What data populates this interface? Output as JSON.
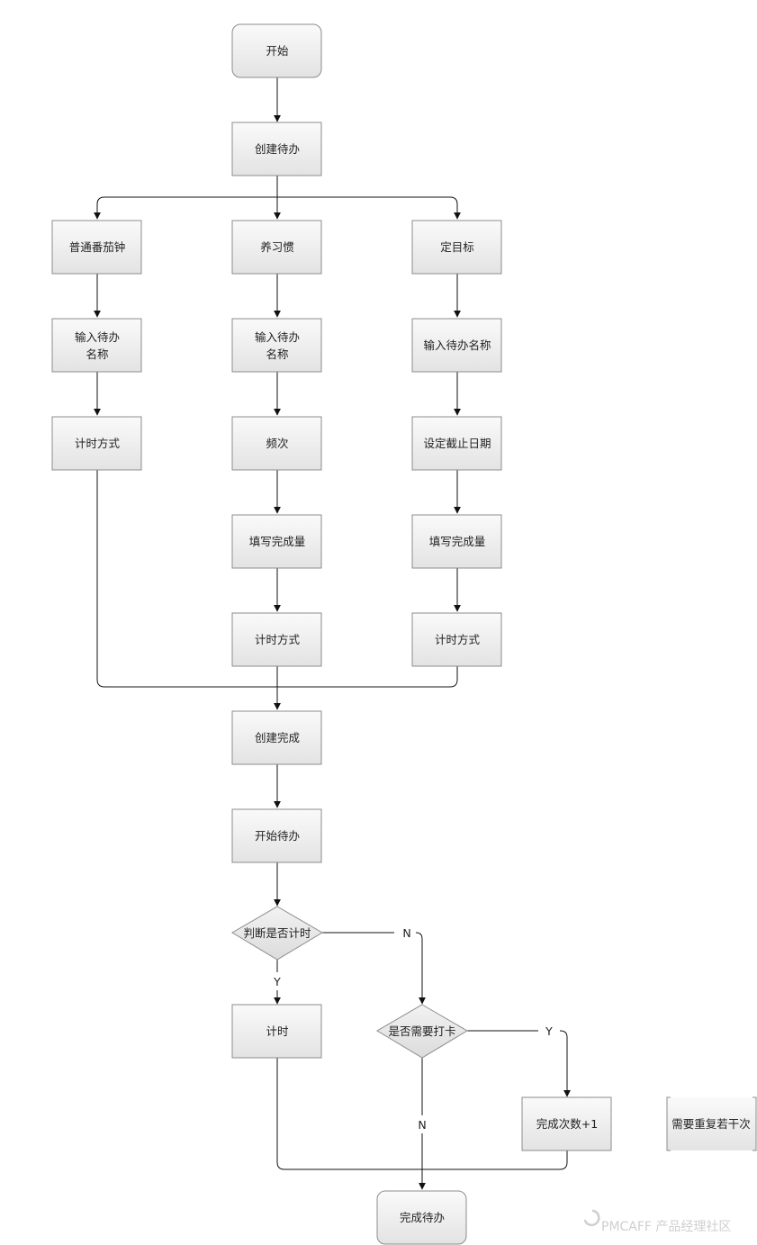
{
  "diagram": {
    "nodes": {
      "start": "开始",
      "create_todo": "创建待办",
      "pomodoro": "普通番茄钟",
      "habit": "养习惯",
      "goal": "定目标",
      "pomodoro_name": [
        "输入待办",
        "名称"
      ],
      "habit_name": [
        "输入待办",
        "名称"
      ],
      "goal_name": "输入待办名称",
      "pomodoro_timing": "计时方式",
      "habit_frequency": "频次",
      "goal_deadline": "设定截止日期",
      "habit_amount": "填写完成量",
      "goal_amount": "填写完成量",
      "habit_timing": "计时方式",
      "goal_timing": "计时方式",
      "create_done": "创建完成",
      "start_todo": "开始待办",
      "decide_timing": "判断是否计时",
      "timing": "计时",
      "need_checkin": "是否需要打卡",
      "count_plus": "完成次数+1",
      "finish_todo": "完成待办",
      "note_repeat": "需要重复若干次"
    },
    "edge_labels": {
      "timing_no": "N",
      "timing_yes": "Y",
      "checkin_yes": "Y",
      "checkin_no": "N"
    },
    "watermark": "PMCAFF 产品经理社区"
  },
  "colors": {
    "node_fill_top": "#fafafa",
    "node_fill_bottom": "#e4e4e4",
    "node_stroke": "#8c8c8c",
    "line": "#111111",
    "watermark": "#cfcfcf"
  }
}
